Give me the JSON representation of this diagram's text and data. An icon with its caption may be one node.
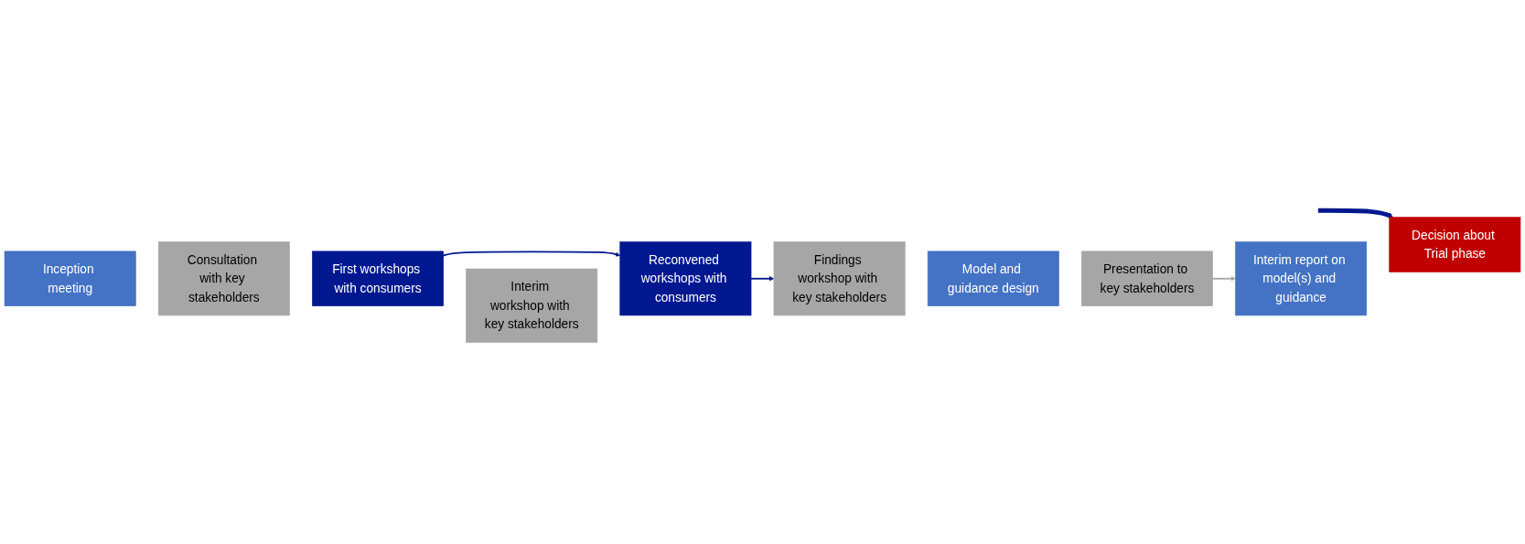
{
  "diagram": {
    "nodes": [
      {
        "text": [
          "Inception meeting"
        ]
      },
      {
        "text": [
          "Consultation with key stakeholders"
        ]
      },
      {
        "text": [
          "First workshops with consumers"
        ]
      },
      {
        "text": [
          "Interim workshop with key stakeholders"
        ]
      },
      {
        "text": [
          "Reconvened workshops with consumers"
        ]
      },
      {
        "text": [
          "Findings workshop with key stakeholders"
        ]
      },
      {
        "text": [
          "Model and guidance design"
        ]
      },
      {
        "text": [
          "Presentation to key stakeholders"
        ]
      },
      {
        "text": [
          "Interim report on model(s) and guidance"
        ]
      },
      {
        "text": [
          "Decision about Trial phase"
        ]
      }
    ],
    "edges": [
      {
        "from": 2,
        "to": 4,
        "arrow": "to"
      },
      {
        "from": 4,
        "to": 5,
        "arrow": "to"
      },
      {
        "from": 7,
        "to": 8,
        "arrow": "to",
        "color": "#a6a6a6"
      },
      {
        "from": null,
        "to": 9,
        "arrow": "to",
        "style": "thick"
      }
    ]
  }
}
